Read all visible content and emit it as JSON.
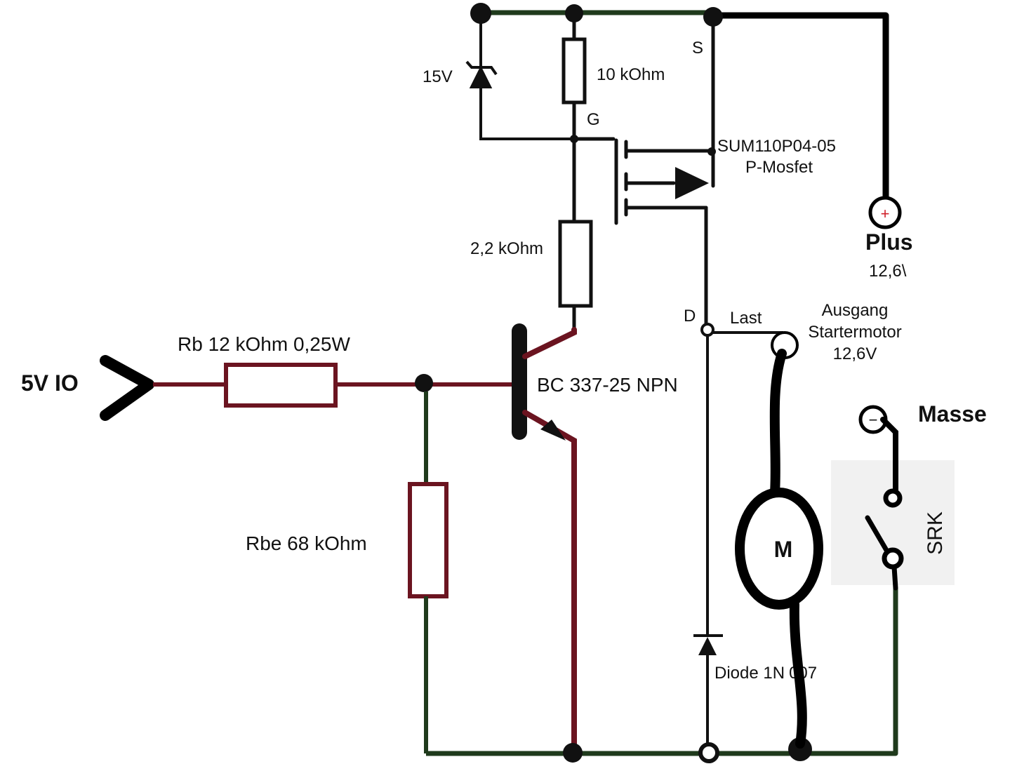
{
  "labels": {
    "input": "5V IO",
    "rb": "Rb 12 kOhm 0,25W",
    "rbe": "Rbe 68 kOhm",
    "zener": "15V",
    "r_gate_pullup": "10 kOhm",
    "r_gate": "2,2 kOhm",
    "gate_pin": "G",
    "source_pin": "S",
    "drain_pin": "D",
    "mosfet_part": "SUM110P04-05",
    "mosfet_type": "P-Mosfet",
    "transistor": "BC 337-25 NPN",
    "plus": "Plus",
    "plus_voltage": "12,6\\",
    "plus_sign": "+",
    "last": "Last",
    "output_line1": "Ausgang",
    "output_line2": "Startermotor",
    "output_line3": "12,6V",
    "masse": "Masse",
    "minus_sign": "−",
    "motor": "M",
    "diode": "Diode 1N",
    "diode_suffix": "007",
    "relay": "SRK"
  },
  "colors": {
    "wire_green": "#1f3a1c",
    "wire_red": "#6b1420",
    "wire_black": "#000000",
    "plus_accent": "#d0202a",
    "relay_bg": "#f1f1f1"
  }
}
